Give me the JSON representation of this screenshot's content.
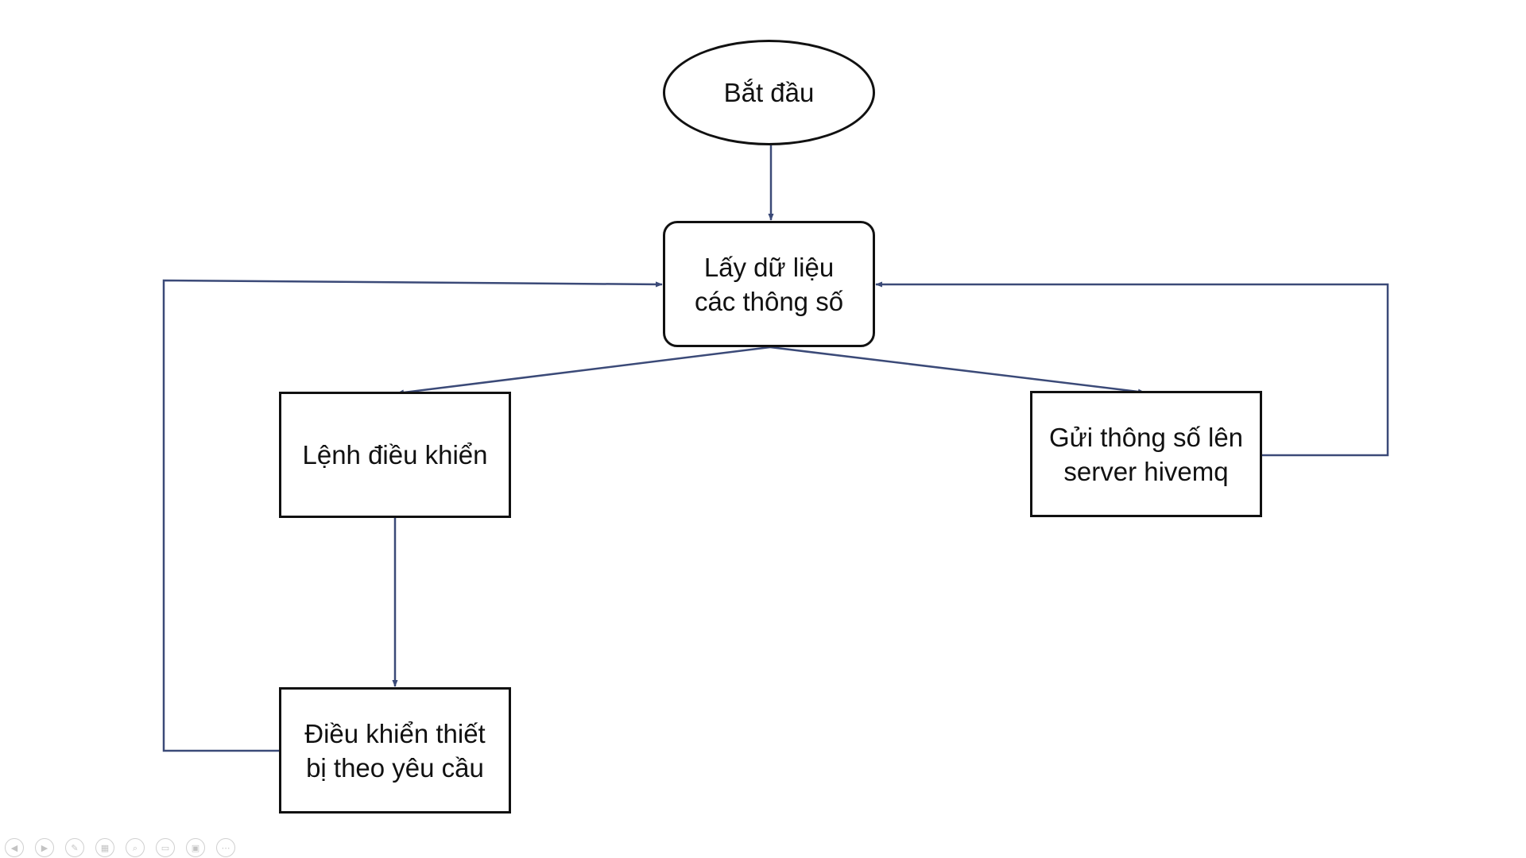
{
  "colors": {
    "connector": "#3b4a78",
    "node_border": "#111111",
    "background": "#ffffff"
  },
  "nodes": {
    "start": {
      "label": "Bắt đầu",
      "shape": "ellipse"
    },
    "get_data": {
      "line1": "Lấy dữ liệu",
      "line2": "các thông số",
      "shape": "rounded-rectangle"
    },
    "command": {
      "label": "Lệnh điều khiển",
      "shape": "rectangle"
    },
    "send": {
      "line1": "Gửi thông số lên",
      "line2": "server hivemq",
      "shape": "rectangle"
    },
    "control": {
      "line1": "Điều khiển thiết",
      "line2": "bị theo yêu cầu",
      "shape": "rectangle"
    }
  },
  "edges": [
    {
      "from": "start",
      "to": "get_data"
    },
    {
      "from": "get_data",
      "to": "command"
    },
    {
      "from": "get_data",
      "to": "send"
    },
    {
      "from": "command",
      "to": "control"
    },
    {
      "from": "control",
      "to": "get_data"
    },
    {
      "from": "send",
      "to": "get_data"
    }
  ],
  "toolbar": {
    "buttons": [
      {
        "name": "previous-icon",
        "glyph": "◀"
      },
      {
        "name": "next-icon",
        "glyph": "▶"
      },
      {
        "name": "pen-icon",
        "glyph": "✎"
      },
      {
        "name": "slides-grid-icon",
        "glyph": "▦"
      },
      {
        "name": "zoom-icon",
        "glyph": "⌕"
      },
      {
        "name": "subtitles-icon",
        "glyph": "▭"
      },
      {
        "name": "camera-off-icon",
        "glyph": "▣"
      },
      {
        "name": "more-options-icon",
        "glyph": "⋯"
      }
    ]
  }
}
